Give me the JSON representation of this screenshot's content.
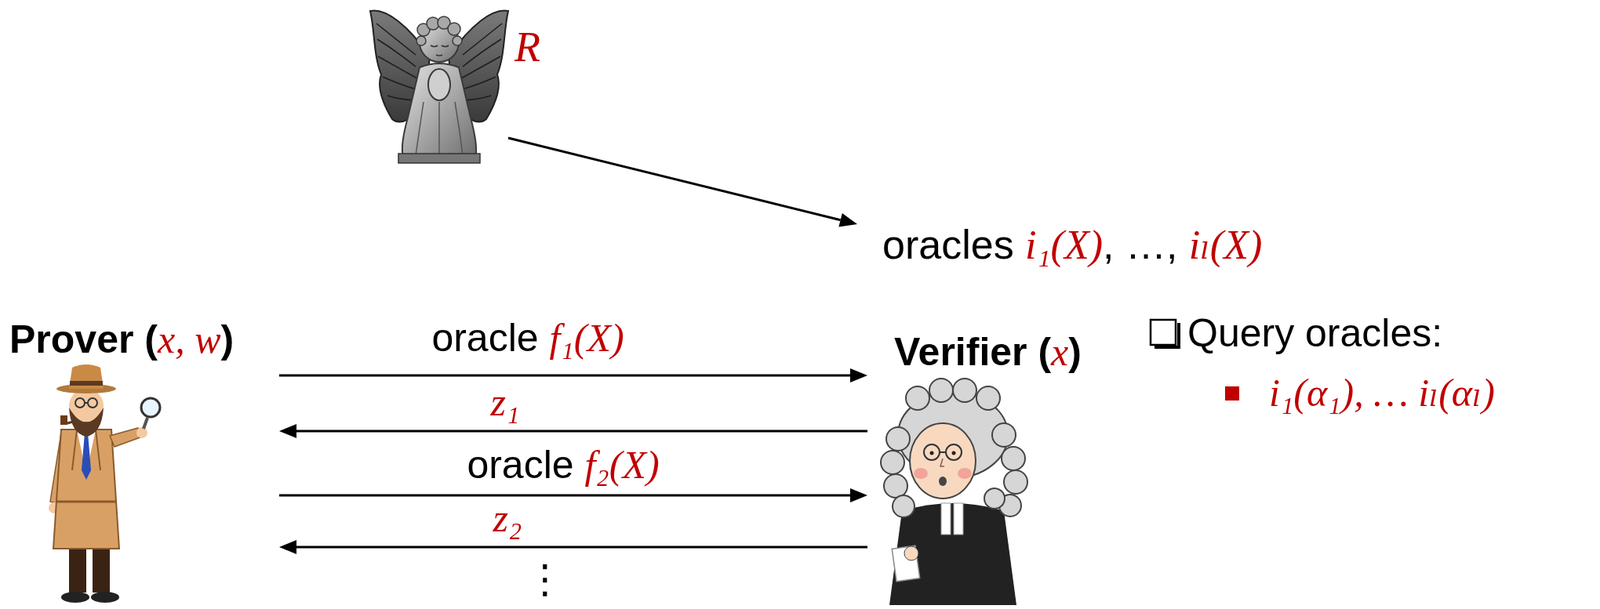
{
  "diagram": {
    "nodes": [
      {
        "text": [
          "R"
        ]
      },
      {
        "text": [
          "Prover (x, w)"
        ]
      },
      {
        "text": [
          "Verifier (x)"
        ]
      }
    ],
    "edges": [
      {
        "from": 1,
        "to": 2,
        "arrow": "to",
        "label": "oracle f₁(X)"
      },
      {
        "from": 2,
        "to": 1,
        "arrow": "to",
        "label": "z₁"
      },
      {
        "from": 1,
        "to": 2,
        "arrow": "to",
        "label": "oracle f₂(X)"
      },
      {
        "from": 2,
        "to": 1,
        "arrow": "to",
        "label": "z₂"
      }
    ],
    "labels": [
      "oracles i₁(X), …, iₗ(X)",
      "Query oracles:",
      "i₁(α₁), … iₗ(αₗ)",
      "⋮"
    ]
  }
}
